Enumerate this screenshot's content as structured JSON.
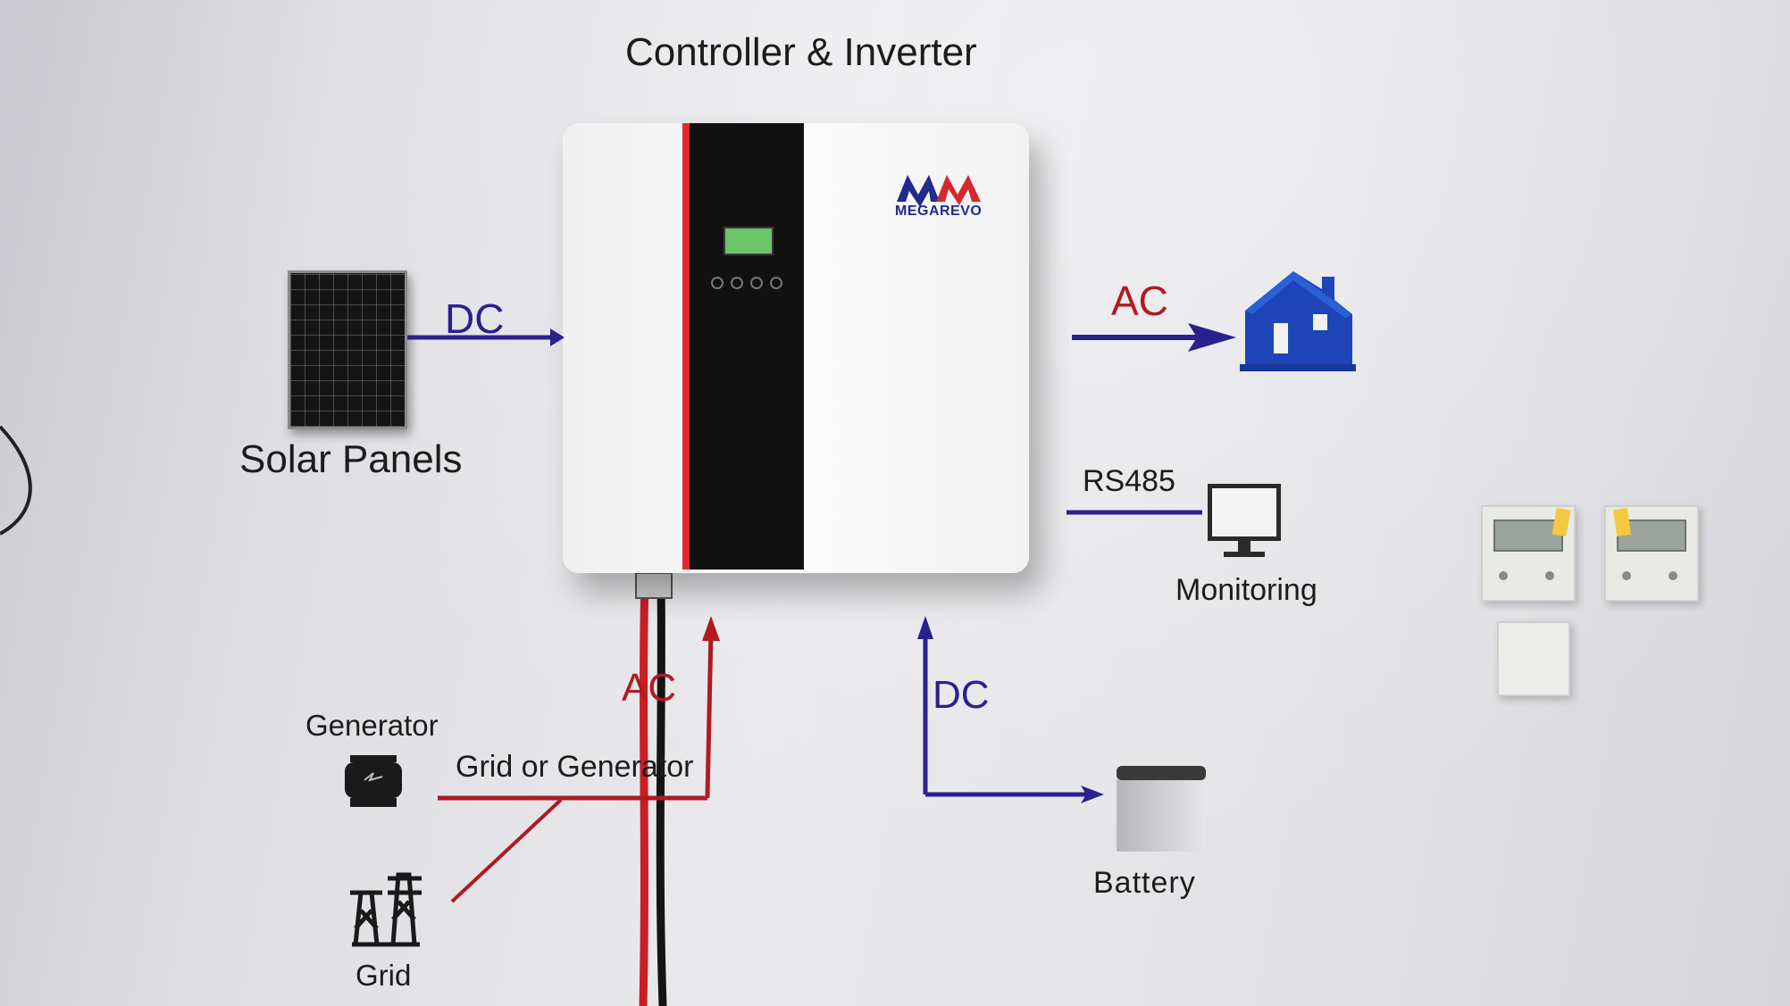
{
  "title": "Controller & Inverter",
  "inverter": {
    "brand": "MEGAREVO"
  },
  "solar": {
    "label": "Solar Panels",
    "link_label": "DC"
  },
  "house": {
    "link_label": "AC"
  },
  "monitoring": {
    "label": "Monitoring",
    "link_label": "RS485"
  },
  "battery": {
    "label": "Battery",
    "link_label": "DC"
  },
  "grid_generator": {
    "link_label": "AC",
    "line_label": "Grid or Generator"
  },
  "generator": {
    "label": "Generator"
  },
  "grid": {
    "label": "Grid"
  },
  "colors": {
    "dc_blue": "#2b2090",
    "ac_red": "#b11a22",
    "house_blue": "#1d45b8",
    "inverter_red": "#e4262c"
  },
  "icons": [
    "solar-panel-icon",
    "house-icon",
    "monitor-icon",
    "battery-icon",
    "generator-icon",
    "power-tower-icon",
    "thermostat-icon",
    "light-switch-icon"
  ]
}
